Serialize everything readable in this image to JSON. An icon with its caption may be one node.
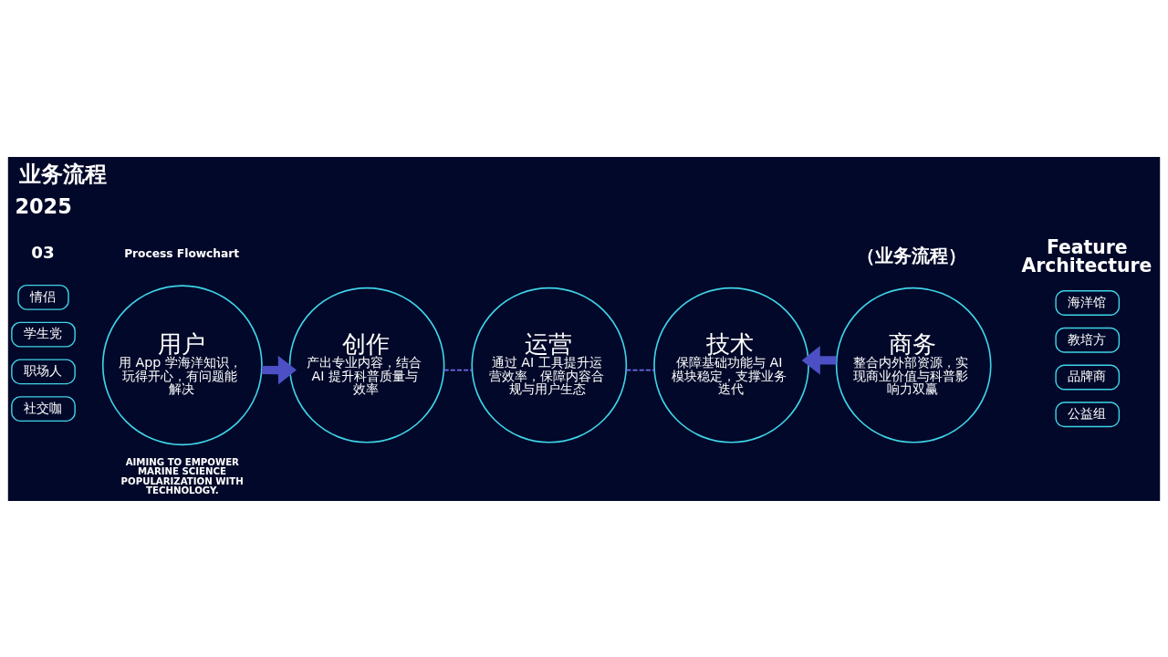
{
  "diagram": {
    "title": "业务流程",
    "nodes": [
      {
        "text": [
          "情侣"
        ]
      },
      {
        "text": [
          "学生党"
        ]
      },
      {
        "text": [
          "职场人"
        ]
      },
      {
        "text": [
          "社交咖"
        ]
      },
      {
        "text": [
          "用户",
          "用 App 学海洋知识，玩得开心，有问题能解决"
        ]
      },
      {
        "text": [
          "创作",
          "产出专业内容，结合 AI 提升科普质量与效率"
        ]
      },
      {
        "text": [
          "运营",
          "通过 AI 工具提升运营效率，保障内容合规与用户生态"
        ]
      },
      {
        "text": [
          "技术",
          "保障基础功能与 AI 模块稳定，支撑业务迭代"
        ]
      },
      {
        "text": [
          "商务",
          "整合内外部资源，实现商业价值与科普影响力双赢"
        ]
      },
      {
        "text": [
          "海洋馆"
        ]
      },
      {
        "text": [
          "教培方"
        ]
      },
      {
        "text": [
          "品牌商"
        ]
      },
      {
        "text": [
          "公益组"
        ]
      }
    ],
    "edges": [
      {
        "from": 4,
        "to": 5,
        "arrow": "to",
        "style": "thick"
      },
      {
        "from": 5,
        "to": 6,
        "arrow": "none",
        "style": "dashed"
      },
      {
        "from": 6,
        "to": 7,
        "arrow": "none",
        "style": "dashed"
      },
      {
        "from": 8,
        "to": 7,
        "arrow": "to",
        "style": "thick"
      }
    ],
    "labels": [
      "2025",
      "（业务流程）",
      "Feature Architecture",
      "03",
      "Process Flowchart",
      "AIMING TO EMPOWER MARINE SCIENCE POPULARIZATION WITH TECHNOLOGY."
    ]
  }
}
